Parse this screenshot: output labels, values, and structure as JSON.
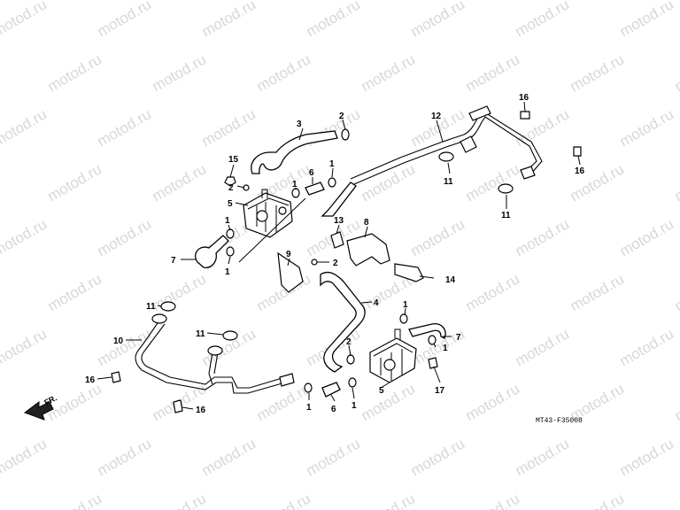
{
  "watermark": "motod.ru",
  "diagram_code": "MT43-F35008",
  "front_label": "FR.",
  "callouts": [
    "1",
    "2",
    "3",
    "4",
    "5",
    "6",
    "7",
    "8",
    "9",
    "10",
    "11",
    "12",
    "13",
    "14",
    "15",
    "16",
    "17"
  ]
}
